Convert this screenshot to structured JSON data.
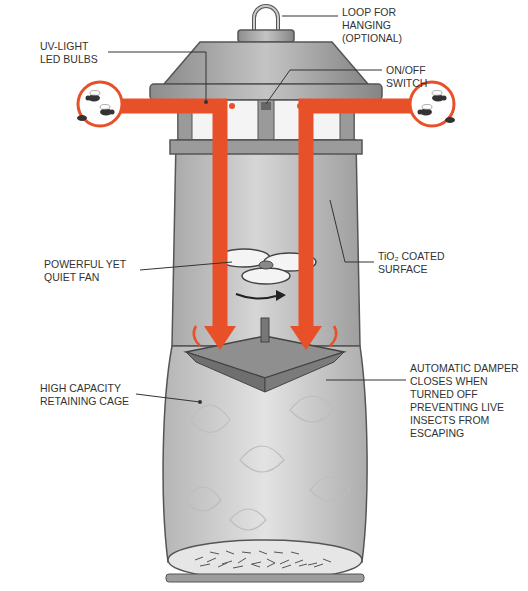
{
  "diagram": {
    "labels": [
      "LOOP FOR HANGING (OPTIONAL)",
      "UV-LIGHT LED BULBS",
      "ON/OFF SWITCH",
      "POWERFUL YET QUIET FAN",
      "TiO₂ COATED SURFACE",
      "HIGH CAPACITY RETAINING CAGE",
      "AUTOMATIC DAMPER CLOSES WHEN TURNED OFF PREVENTING LIVE INSECTS FROM ESCAPING"
    ]
  }
}
